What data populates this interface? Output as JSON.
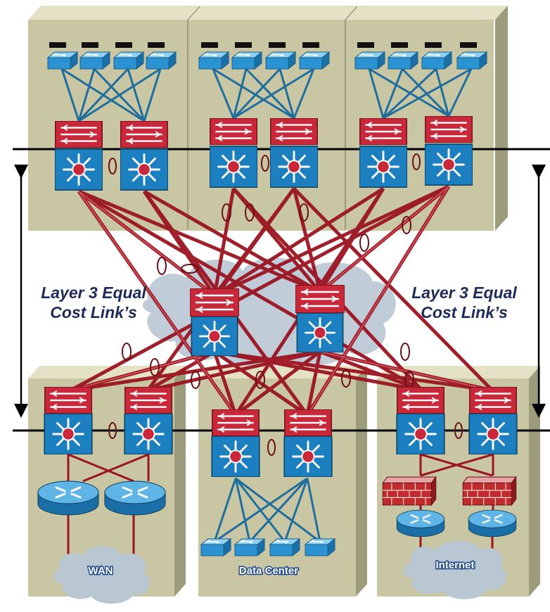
{
  "labels": {
    "left_link": [
      "Layer 3 Equal",
      "Cost Link’s"
    ],
    "right_link": [
      "Layer 3 Equal",
      "Cost Link’s"
    ],
    "wan": "WAN",
    "data_center": "Data Center",
    "internet": "Internet"
  },
  "colors": {
    "building_face": "#c9c7a3",
    "building_top": "#e4e2c6",
    "building_side": "#9c9b7c",
    "link_red": "#9b1420",
    "link_blue": "#1f6e9e",
    "switch_blue": "#1c7fc0",
    "switch_red": "#c8283a",
    "cloud": "#b9c7d3",
    "firewall": "#c02c2c"
  },
  "icons": {
    "access_switch": "access-switch-icon",
    "multilayer_switch": "multilayer-switch-icon",
    "router": "router-icon",
    "firewall": "firewall-icon",
    "cloud": "cloud-icon"
  }
}
